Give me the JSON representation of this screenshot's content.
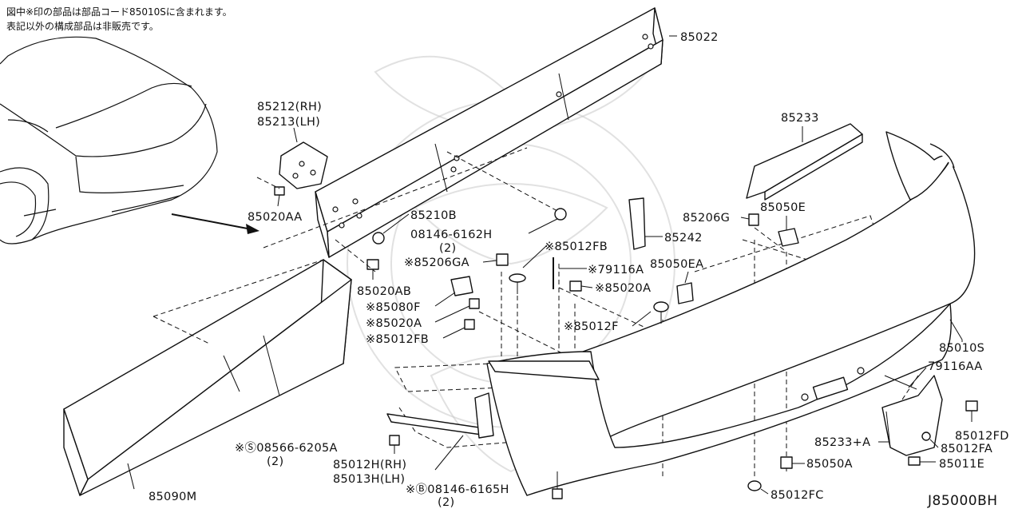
{
  "notes": {
    "line1": "図中※印の部品は部品コード85010Sに含まれます。",
    "line2": "表記以外の構成部品は非販売です。"
  },
  "labels": {
    "p85022": "85022",
    "p85212": "85212(RH)",
    "p85213": "85213(LH)",
    "p85020AA": "85020AA",
    "p85210B": "85210B",
    "p08146_6162H": "08146-6162H",
    "p08146_6162H_qty": "(2)",
    "p85012FB_top": "※85012FB",
    "p85206GA": "※85206GA",
    "p79116A": "※79116A",
    "p85020A_right": "※85020A",
    "p85020AB": "85020AB",
    "p85080F": "※85080F",
    "p85020A_left": "※85020A",
    "p85012FB_left": "※85012FB",
    "p85012F": "※85012F",
    "p85233": "85233",
    "p85206G": "85206G",
    "p85050E": "85050E",
    "p85242": "85242",
    "p85050EA": "85050EA",
    "p85010S": "85010S",
    "p79116AA": "79116AA",
    "p85012FD": "85012FD",
    "p85233A": "85233+A",
    "p85012FA": "85012FA",
    "p85011E": "85011E",
    "p85050A": "85050A",
    "p85012FC": "85012FC",
    "p08566_6205A": "※Ⓢ08566-6205A",
    "p08566_6205A_qty": "(2)",
    "p85012H": "85012H(RH)",
    "p85013H": "85013H(LH)",
    "p08146_6165H": "※Ⓑ08146-6165H",
    "p08146_6165H_qty": "(2)",
    "p85090M": "85090M"
  },
  "diagram_code": "J85000BH"
}
